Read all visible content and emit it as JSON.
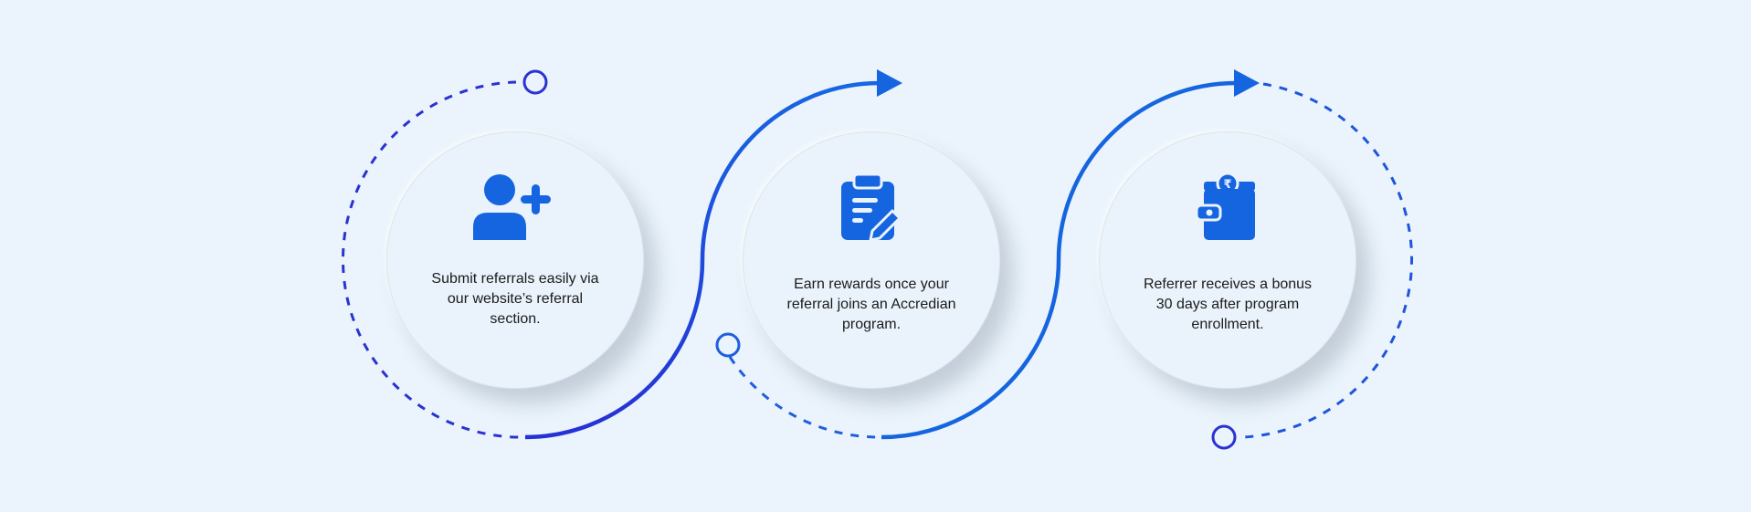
{
  "colors": {
    "background": "#ebf4fc",
    "accent": "#1565e0",
    "accent_dark": "#2631d6"
  },
  "steps": [
    {
      "icon": "add-user-icon",
      "text": "Submit referrals easily via our website’s referral section."
    },
    {
      "icon": "clipboard-edit-icon",
      "text": "Earn rewards once your referral joins an Accredian program."
    },
    {
      "icon": "wallet-coin-icon",
      "text": "Referrer receives a bonus 30 days after program enrollment."
    }
  ]
}
